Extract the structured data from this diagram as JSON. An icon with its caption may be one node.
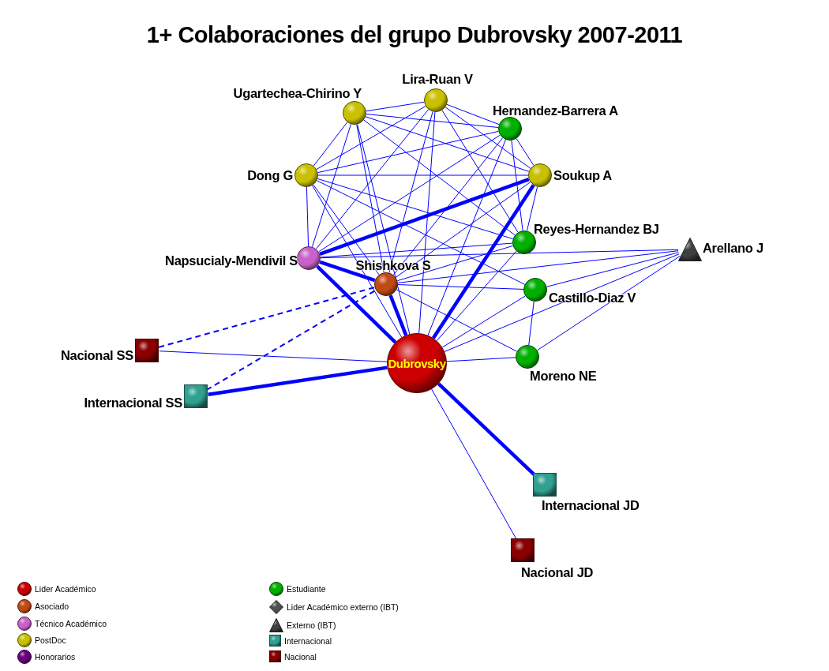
{
  "diagram": {
    "title": "1+ Colaboraciones del grupo Dubrovsky 2007-2011",
    "nodes": [
      {
        "text": [
          "Ugartechea-Chirino Y"
        ]
      },
      {
        "text": [
          "Lira-Ruan V"
        ]
      },
      {
        "text": [
          "Hernandez-Barrera A"
        ]
      },
      {
        "text": [
          "Dong G"
        ]
      },
      {
        "text": [
          "Soukup A"
        ]
      },
      {
        "text": [
          "Reyes-Hernandez BJ"
        ]
      },
      {
        "text": [
          "Napsucialy-Mendivil S"
        ]
      },
      {
        "text": [
          "Shishkova S"
        ]
      },
      {
        "text": [
          "Arellano J"
        ]
      },
      {
        "text": [
          "Castillo-Diaz V"
        ]
      },
      {
        "text": [
          "Dubrovsky"
        ]
      },
      {
        "text": [
          "Moreno NE"
        ]
      },
      {
        "text": [
          "Nacional SS"
        ]
      },
      {
        "text": [
          "Internacional SS"
        ]
      },
      {
        "text": [
          "Internacional JD"
        ]
      },
      {
        "text": [
          "Nacional JD"
        ]
      }
    ],
    "edges": [
      {
        "from": 0,
        "to": 1,
        "arrow": "none"
      },
      {
        "from": 0,
        "to": 2,
        "arrow": "none"
      },
      {
        "from": 0,
        "to": 3,
        "arrow": "none"
      },
      {
        "from": 0,
        "to": 4,
        "arrow": "none"
      },
      {
        "from": 0,
        "to": 5,
        "arrow": "none"
      },
      {
        "from": 0,
        "to": 6,
        "arrow": "none"
      },
      {
        "from": 0,
        "to": 7,
        "arrow": "none"
      },
      {
        "from": 0,
        "to": 10,
        "arrow": "none"
      },
      {
        "from": 1,
        "to": 2,
        "arrow": "none"
      },
      {
        "from": 1,
        "to": 3,
        "arrow": "none"
      },
      {
        "from": 1,
        "to": 4,
        "arrow": "none"
      },
      {
        "from": 1,
        "to": 5,
        "arrow": "none"
      },
      {
        "from": 1,
        "to": 6,
        "arrow": "none"
      },
      {
        "from": 1,
        "to": 7,
        "arrow": "none"
      },
      {
        "from": 1,
        "to": 10,
        "arrow": "none"
      },
      {
        "from": 2,
        "to": 3,
        "arrow": "none"
      },
      {
        "from": 2,
        "to": 4,
        "arrow": "none"
      },
      {
        "from": 2,
        "to": 5,
        "arrow": "none"
      },
      {
        "from": 2,
        "to": 6,
        "arrow": "none"
      },
      {
        "from": 2,
        "to": 7,
        "arrow": "none"
      },
      {
        "from": 2,
        "to": 10,
        "arrow": "none"
      },
      {
        "from": 3,
        "to": 4,
        "arrow": "none"
      },
      {
        "from": 3,
        "to": 5,
        "arrow": "none"
      },
      {
        "from": 3,
        "to": 6,
        "arrow": "none"
      },
      {
        "from": 3,
        "to": 7,
        "arrow": "none"
      },
      {
        "from": 3,
        "to": 10,
        "arrow": "none"
      },
      {
        "from": 4,
        "to": 5,
        "arrow": "none"
      },
      {
        "from": 6,
        "to": 4,
        "arrow": "none",
        "style": "thick"
      },
      {
        "from": 4,
        "to": 7,
        "arrow": "none"
      },
      {
        "from": 10,
        "to": 4,
        "arrow": "none",
        "style": "thick"
      },
      {
        "from": 5,
        "to": 6,
        "arrow": "none"
      },
      {
        "from": 5,
        "to": 7,
        "arrow": "none"
      },
      {
        "from": 5,
        "to": 10,
        "arrow": "none"
      },
      {
        "from": 6,
        "to": 7,
        "arrow": "none",
        "style": "thick"
      },
      {
        "from": 6,
        "to": 10,
        "arrow": "none",
        "style": "thick"
      },
      {
        "from": 7,
        "to": 10,
        "arrow": "none",
        "style": "thick"
      },
      {
        "from": 8,
        "to": 6,
        "arrow": "none"
      },
      {
        "from": 8,
        "to": 7,
        "arrow": "none"
      },
      {
        "from": 8,
        "to": 10,
        "arrow": "none"
      },
      {
        "from": 8,
        "to": 9,
        "arrow": "none"
      },
      {
        "from": 8,
        "to": 11,
        "arrow": "none"
      },
      {
        "from": 9,
        "to": 3,
        "arrow": "none"
      },
      {
        "from": 9,
        "to": 7,
        "arrow": "none"
      },
      {
        "from": 9,
        "to": 10,
        "arrow": "none"
      },
      {
        "from": 9,
        "to": 11,
        "arrow": "none"
      },
      {
        "from": 11,
        "to": 7,
        "arrow": "none"
      },
      {
        "from": 11,
        "to": 10,
        "arrow": "none"
      },
      {
        "from": 12,
        "to": 10,
        "arrow": "none"
      },
      {
        "from": 12,
        "to": 7,
        "arrow": "none",
        "style": "dashed"
      },
      {
        "from": 13,
        "to": 10,
        "arrow": "none",
        "style": "thick"
      },
      {
        "from": 13,
        "to": 7,
        "arrow": "none",
        "style": "dashed"
      },
      {
        "from": 14,
        "to": 10,
        "arrow": "none",
        "style": "thick"
      },
      {
        "from": 15,
        "to": 10,
        "arrow": "none"
      }
    ],
    "legend": [
      {
        "text": "Lider Académico",
        "color": "#cc0000"
      },
      {
        "text": "Asociado",
        "color": "#c04a14"
      },
      {
        "text": "Técnico Académico",
        "color": "#c861c8"
      },
      {
        "text": "PostDoc",
        "color": "#c8c000"
      },
      {
        "text": "Honorarios",
        "color": "#6a0080"
      },
      {
        "text": "Estudiante",
        "color": "#00b000"
      },
      {
        "text": "Lider Académico externo (IBT)",
        "color": "#505050"
      },
      {
        "text": "Externo (IBT)",
        "color": "#404040"
      },
      {
        "text": "Internacional",
        "color": "#30a090"
      },
      {
        "text": "Nacional",
        "color": "#8a0000"
      }
    ]
  }
}
